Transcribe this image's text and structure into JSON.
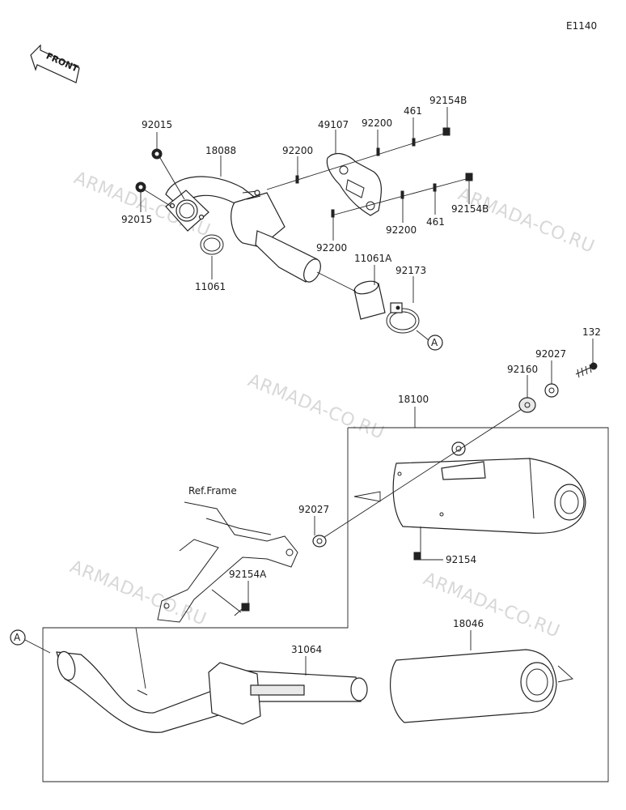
{
  "diagram_code": "E1140",
  "front_label": "FRONT",
  "ref_frame_label": "Ref.Frame",
  "circle_ref": "A",
  "watermark": "ARMADA-CO.RU",
  "parts": {
    "p92015_top": "92015",
    "p92015_bottom": "92015",
    "p18088": "18088",
    "p11061": "11061",
    "p92200_a": "92200",
    "p49107": "49107",
    "p92200_b": "92200",
    "p461_a": "461",
    "p92154B_a": "92154B",
    "p92200_c": "92200",
    "p92200_d": "92200",
    "p461_b": "461",
    "p92154B_b": "92154B",
    "p11061A": "11061A",
    "p92173": "92173",
    "p132": "132",
    "p92027_a": "92027",
    "p92160": "92160",
    "p18100": "18100",
    "p92027_b": "92027",
    "p92154": "92154",
    "p92154A": "92154A",
    "p18046": "18046",
    "p31064": "31064"
  },
  "colors": {
    "line": "#222222",
    "watermark": "#d8d8d8"
  }
}
